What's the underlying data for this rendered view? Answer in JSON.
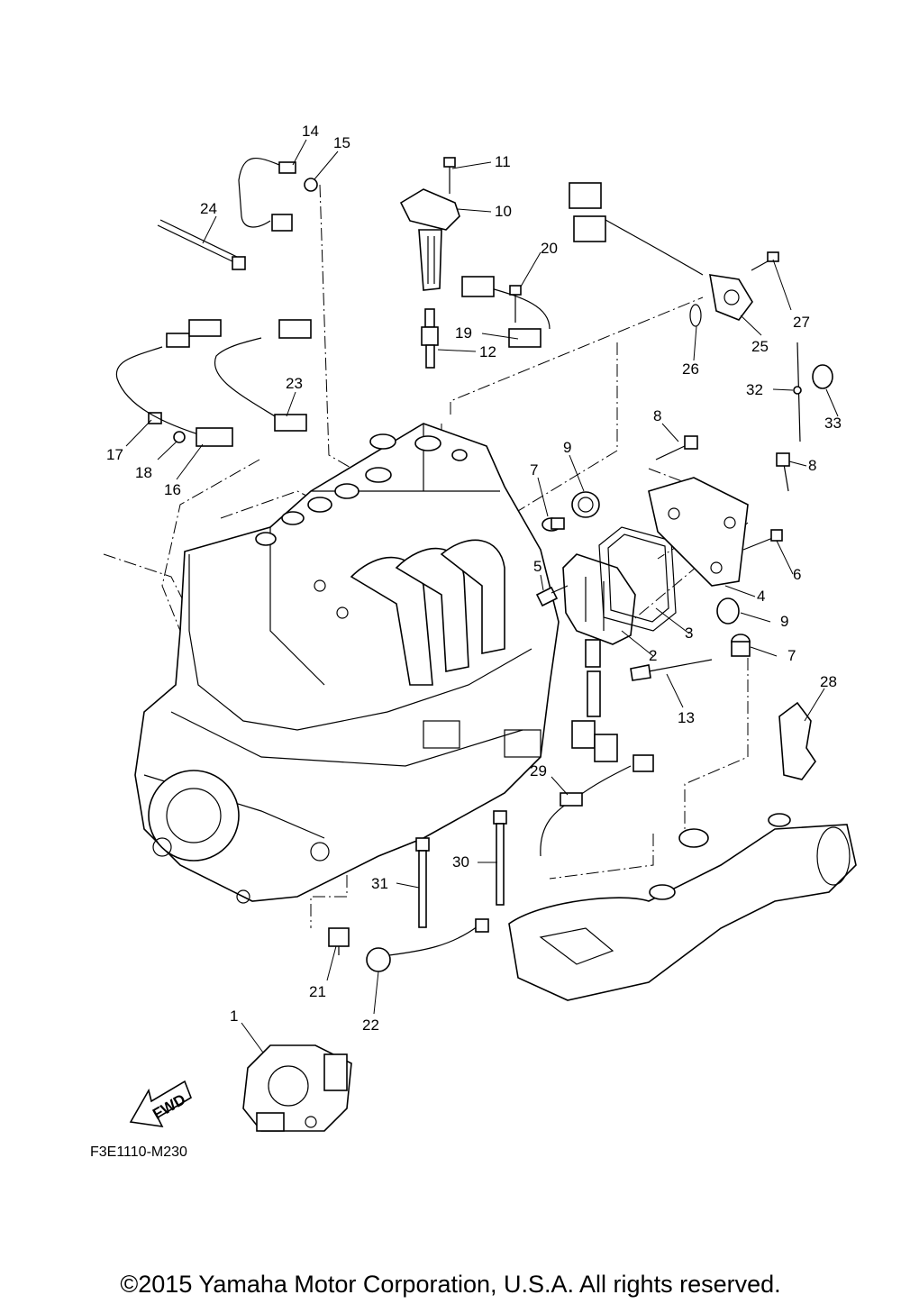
{
  "diagram": {
    "code": "F3E1110-M230",
    "fwd_label": "FWD",
    "callouts": [
      "1",
      "2",
      "3",
      "4",
      "5",
      "6",
      "7",
      "7",
      "8",
      "8",
      "9",
      "9",
      "10",
      "11",
      "12",
      "13",
      "14",
      "15",
      "16",
      "17",
      "18",
      "19",
      "20",
      "21",
      "22",
      "23",
      "24",
      "25",
      "26",
      "27",
      "28",
      "29",
      "30",
      "31",
      "32",
      "33"
    ]
  },
  "footer": {
    "copyright": "©2015 Yamaha Motor Corporation, U.S.A. All rights reserved."
  }
}
